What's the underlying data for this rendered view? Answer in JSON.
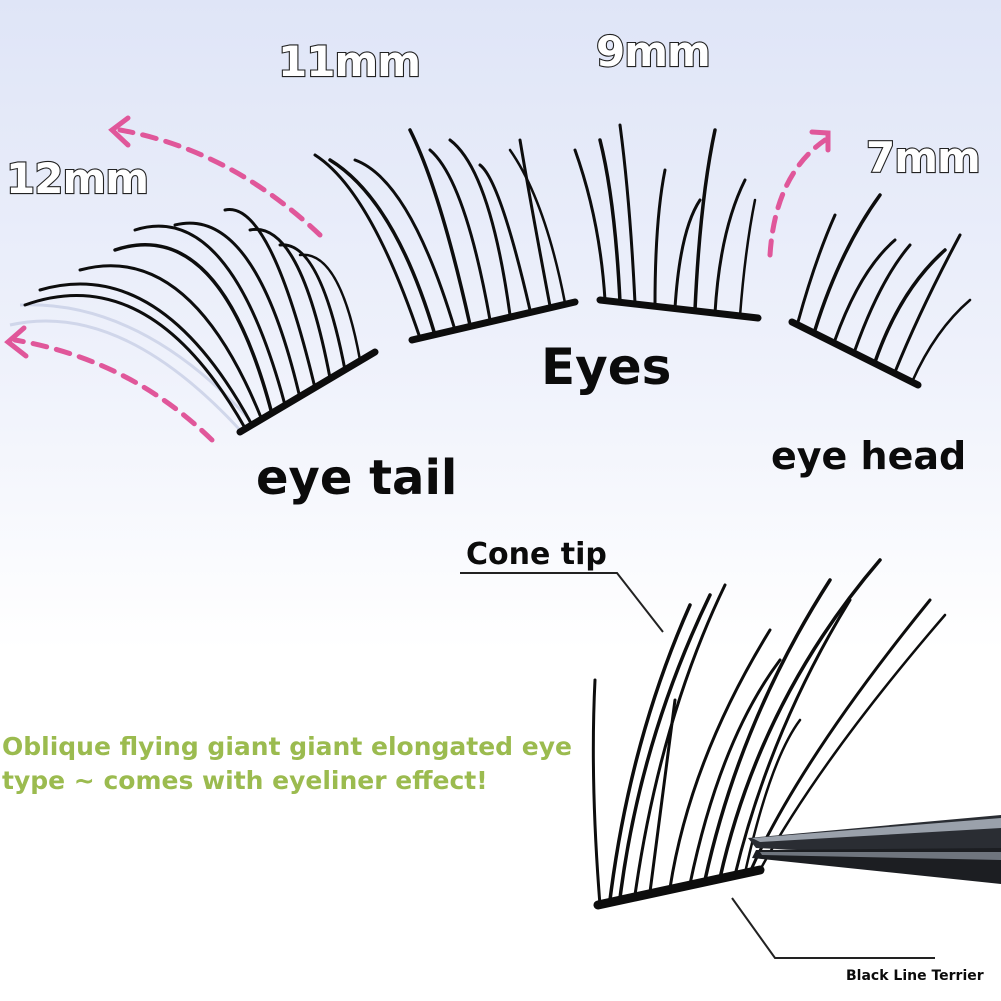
{
  "labels": {
    "len_12": "12mm",
    "len_11": "11mm",
    "len_9": "9mm",
    "len_7": "7mm",
    "eyes": "Eyes",
    "eye_tail": "eye tail",
    "eye_head": "eye head",
    "cone_tip": "Cone tip",
    "black_line": "Black Line Terrier"
  },
  "promo": {
    "line1": "Oblique flying giant giant elongated eye",
    "line2": "type ~ comes with eyeliner effect!"
  },
  "colors": {
    "arrow": "#e0579a",
    "promo_text": "#9bbb4f",
    "lash": "#0d0d0d",
    "background_top": "#dfe5f7"
  }
}
